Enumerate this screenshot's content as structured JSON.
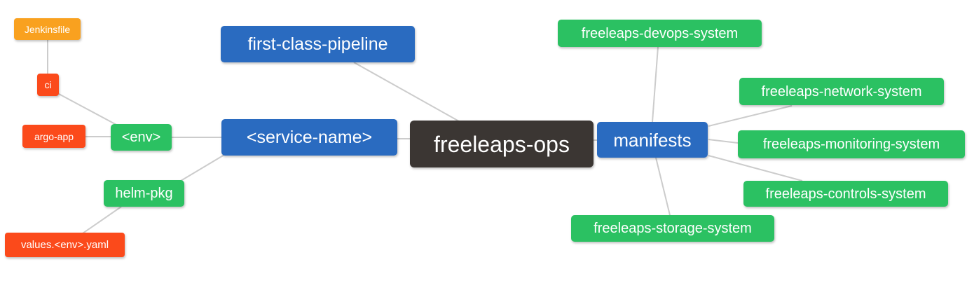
{
  "nodes": {
    "freeleaps_ops": {
      "label": "freeleaps-ops",
      "role": "root",
      "color": "#3B3633"
    },
    "first_class_pipeline": {
      "label": "first-class-pipeline",
      "role": "branch",
      "color": "#2A6BC0"
    },
    "service_name": {
      "label": "<service-name>",
      "role": "branch",
      "color": "#2A6BC0"
    },
    "manifests": {
      "label": "manifests",
      "role": "branch",
      "color": "#2A6BC0"
    },
    "env": {
      "label": "<env>",
      "role": "leaf",
      "color": "#2BC162"
    },
    "helm_pkg": {
      "label": "helm-pkg",
      "role": "leaf",
      "color": "#2BC162"
    },
    "ci": {
      "label": "ci",
      "role": "alert",
      "color": "#FB4A1B"
    },
    "argo_app": {
      "label": "argo-app",
      "role": "alert",
      "color": "#FB4A1B"
    },
    "jenkinsfile": {
      "label": "Jenkinsfile",
      "role": "note",
      "color": "#F9A11F"
    },
    "values_env_yaml": {
      "label": "values.<env>.yaml",
      "role": "alert",
      "color": "#FB4A1B"
    },
    "devops_system": {
      "label": "freeleaps-devops-system",
      "role": "leaf",
      "color": "#2BC162"
    },
    "network_system": {
      "label": "freeleaps-network-system",
      "role": "leaf",
      "color": "#2BC162"
    },
    "monitoring_system": {
      "label": "freeleaps-monitoring-system",
      "role": "leaf",
      "color": "#2BC162"
    },
    "controls_system": {
      "label": "freeleaps-controls-system",
      "role": "leaf",
      "color": "#2BC162"
    },
    "storage_system": {
      "label": "freeleaps-storage-system",
      "role": "leaf",
      "color": "#2BC162"
    }
  },
  "edges": [
    [
      "jenkinsfile",
      "ci"
    ],
    [
      "ci",
      "env"
    ],
    [
      "argo_app",
      "env"
    ],
    [
      "env",
      "service_name"
    ],
    [
      "helm_pkg",
      "service_name"
    ],
    [
      "values_env_yaml",
      "helm_pkg"
    ],
    [
      "first_class_pipeline",
      "freeleaps_ops"
    ],
    [
      "service_name",
      "freeleaps_ops"
    ],
    [
      "freeleaps_ops",
      "manifests"
    ],
    [
      "manifests",
      "devops_system"
    ],
    [
      "manifests",
      "network_system"
    ],
    [
      "manifests",
      "monitoring_system"
    ],
    [
      "manifests",
      "controls_system"
    ],
    [
      "manifests",
      "storage_system"
    ]
  ],
  "colors": {
    "root_bg": "#3B3633",
    "branch_bg": "#2A6BC0",
    "leaf_bg": "#2BC162",
    "alert_bg": "#FB4A1B",
    "note_bg": "#F9A11F",
    "edge_line": "#CCCCCC",
    "text": "#FFFFFF",
    "background": "#FFFFFF"
  }
}
